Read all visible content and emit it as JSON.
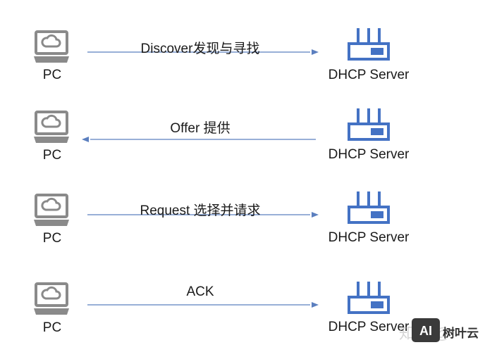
{
  "rows": [
    {
      "pc_label": "PC",
      "server_label": "DHCP Server",
      "message": "Discover发现与寻找",
      "direction": "pc-to-server"
    },
    {
      "pc_label": "PC",
      "server_label": "DHCP Server",
      "message": "Offer 提供",
      "direction": "server-to-pc"
    },
    {
      "pc_label": "PC",
      "server_label": "DHCP Server",
      "message": "Request 选择并请求",
      "direction": "pc-to-server"
    },
    {
      "pc_label": "PC",
      "server_label": "DHCP Server",
      "message": "ACK",
      "direction": "pc-to-server"
    }
  ],
  "colors": {
    "pc_icon": "#8a8a8a",
    "server_icon": "#4472c4",
    "arrow": "#5b7fbf"
  },
  "watermark": {
    "site": "知乎 @",
    "logo_text": "AI",
    "brand": "树叶云"
  }
}
